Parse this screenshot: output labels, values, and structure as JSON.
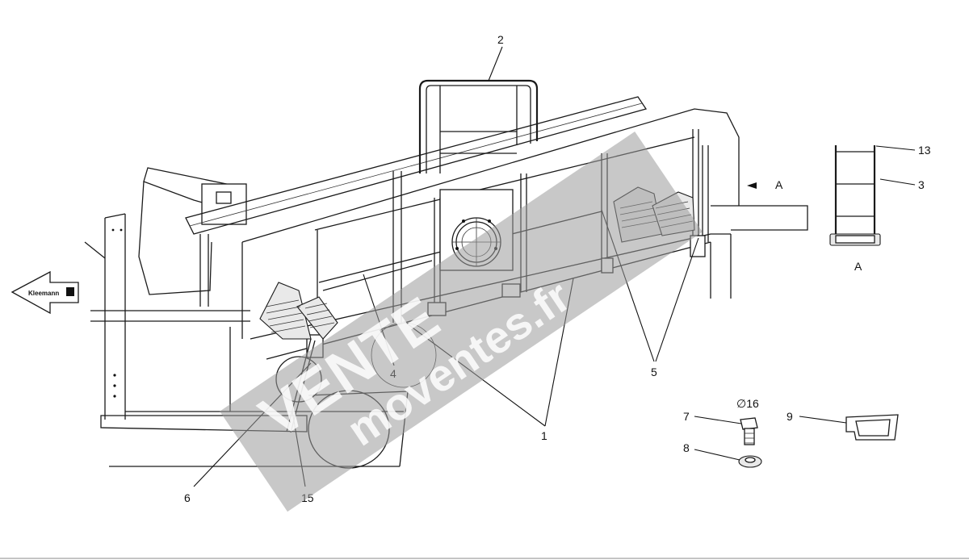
{
  "callouts": {
    "c1": "1",
    "c2": "2",
    "c3": "3",
    "c4": "4",
    "c5": "5",
    "c6": "6",
    "c7": "7",
    "c8": "8",
    "c9": "9",
    "c13": "13",
    "c15": "15"
  },
  "view_marker": "A",
  "view_label": "A",
  "dimension": "∅16",
  "logo": "Kleemann",
  "watermark": {
    "line1": "VENTE",
    "line2": "moventes.fr"
  }
}
